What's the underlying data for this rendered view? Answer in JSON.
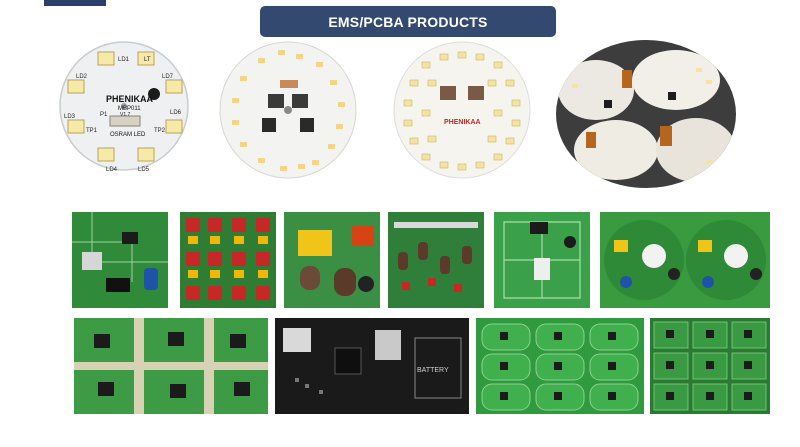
{
  "header": {
    "title": "EMS/PCBA PRODUCTS"
  },
  "boards": {
    "board1": {
      "brand": "PHENIKAA",
      "model": "MBP011",
      "version": "V1.7",
      "osram": "OSRAM LED",
      "labels": [
        "LD1",
        "LD2",
        "LD3",
        "LD4",
        "LD5",
        "LD6",
        "LD7",
        "LT",
        "P1",
        "TP1",
        "TP2"
      ]
    },
    "board3": {
      "brand": "PHENIKAA"
    },
    "board_battery": {
      "label": "BATTERY"
    }
  }
}
